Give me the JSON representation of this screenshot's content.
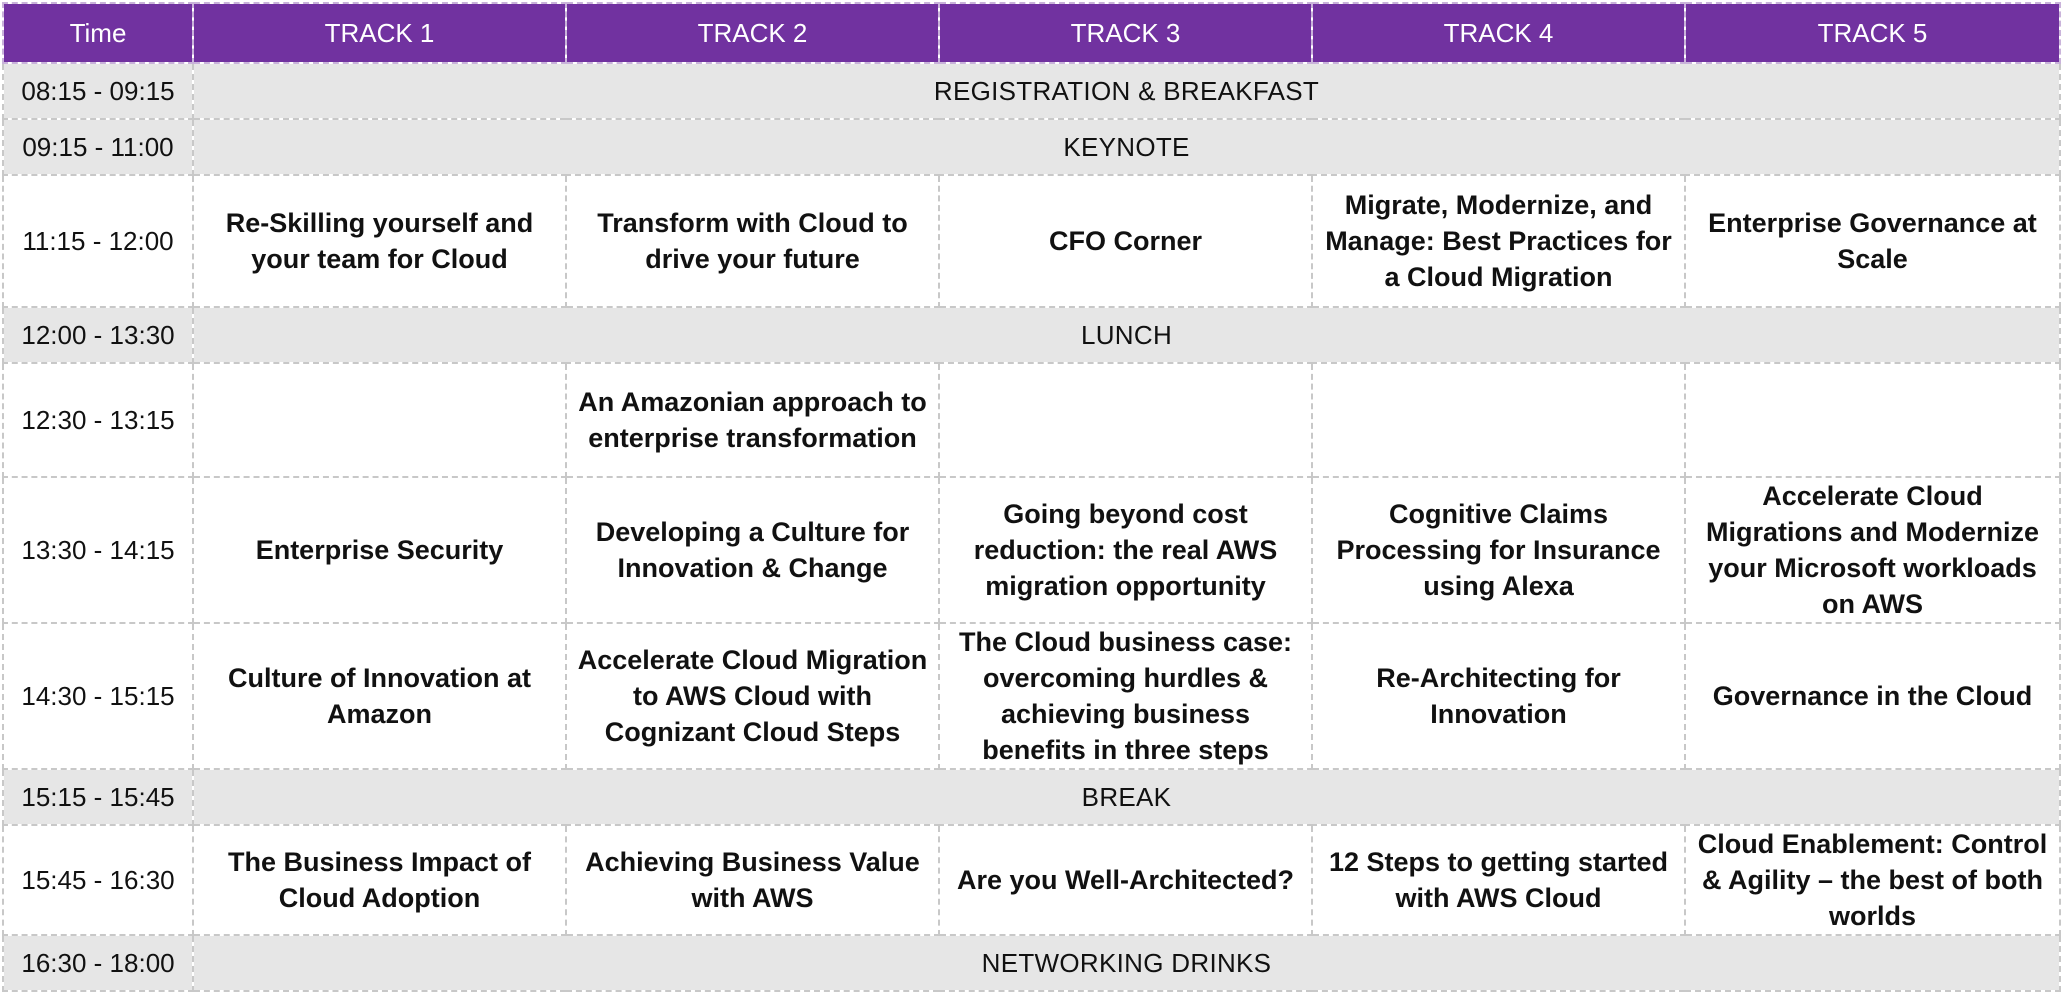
{
  "header": {
    "time": "Time",
    "tracks": [
      "TRACK 1",
      "TRACK 2",
      "TRACK 3",
      "TRACK 4",
      "TRACK 5"
    ]
  },
  "rows": [
    {
      "time": "08:15 - 09:15",
      "label": "REGISTRATION & BREAKFAST"
    },
    {
      "time": "09:15 - 11:00",
      "label": "KEYNOTE"
    },
    {
      "time": "11:15 - 12:00",
      "sessions": [
        "Re-Skilling yourself and your team for Cloud",
        "Transform with Cloud to drive your future",
        "CFO Corner",
        "Migrate, Modernize, and Manage: Best Practices for a Cloud Migration",
        "Enterprise Governance at Scale"
      ]
    },
    {
      "time": "12:00 - 13:30",
      "label": "LUNCH"
    },
    {
      "time": "12:30 - 13:15",
      "sessions": [
        "",
        "An Amazonian approach to enterprise transformation",
        "",
        "",
        ""
      ]
    },
    {
      "time": "13:30 - 14:15",
      "sessions": [
        "Enterprise Security",
        "Developing a Culture for Innovation & Change",
        "Going beyond cost reduction: the real AWS migration opportunity",
        "Cognitive Claims Processing for Insurance using Alexa",
        "Accelerate Cloud Migrations and Modernize your Microsoft workloads on AWS"
      ]
    },
    {
      "time": "14:30 - 15:15",
      "sessions": [
        "Culture of Innovation at Amazon",
        "Accelerate Cloud Migration to AWS Cloud with Cognizant Cloud Steps",
        "The Cloud business case: overcoming hurdles & achieving business benefits in three steps",
        "Re-Architecting for Innovation",
        "Governance in the Cloud"
      ]
    },
    {
      "time": "15:15 - 15:45",
      "label": "BREAK"
    },
    {
      "time": "15:45 - 16:30",
      "sessions": [
        "The Business Impact of Cloud Adoption",
        "Achieving Business Value with AWS",
        "Are you Well-Architected?",
        "12 Steps to getting started with AWS Cloud",
        "Cloud Enablement: Control & Agility – the best of both worlds"
      ]
    },
    {
      "time": "16:30 - 18:00",
      "label": "NETWORKING DRINKS"
    }
  ],
  "colors": {
    "header_bg": "#7132a0",
    "header_text": "#ffffff",
    "band_bg": "#e6e6e6",
    "grid": "#c8c8c8"
  }
}
